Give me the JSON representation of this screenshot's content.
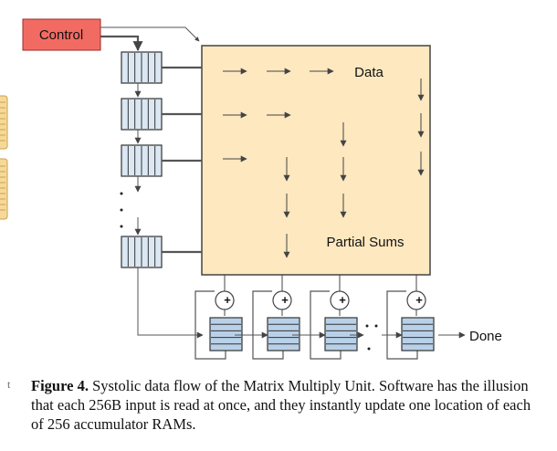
{
  "labels": {
    "control": "Control",
    "data": "Data",
    "partial_sums": "Partial Sums",
    "done": "Done",
    "plus": "+"
  },
  "caption": {
    "figure": "Figure 4.",
    "text": " Systolic data flow of the Matrix Multiply Unit. Software has the illusion that each 256B input is read at once, and they instantly update one location of each of 256 accumulator RAMs."
  },
  "margin_mark": "t",
  "colors": {
    "control_fill": "#f26b63",
    "matrix_fill": "#fde8bf",
    "fifo_fill": "#dbe7f3",
    "fifo_stroke": "#333333",
    "accumulator_fill": "#b9d1e8",
    "side_block_fill": "#f6d99a"
  }
}
